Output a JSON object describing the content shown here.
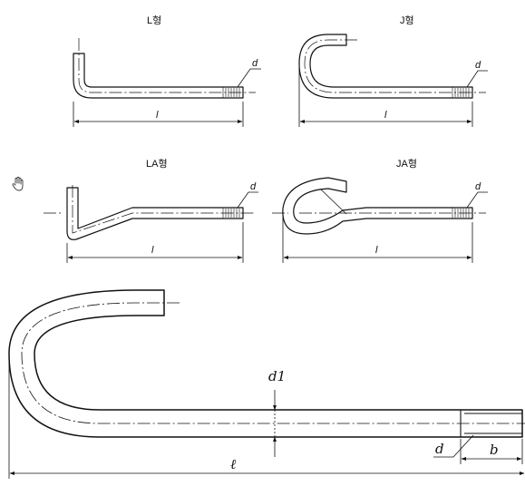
{
  "figures": {
    "l_type": {
      "title": "L형",
      "diameter_label": "d",
      "length_label": "l"
    },
    "j_type": {
      "title": "J형",
      "diameter_label": "d",
      "length_label": "l"
    },
    "la_type": {
      "title": "LA형",
      "diameter_label": "d",
      "length_label": "l"
    },
    "ja_type": {
      "title": "JA형",
      "diameter_label": "d",
      "length_label": "l"
    }
  },
  "detail": {
    "d1_label": "d1",
    "d_label": "d",
    "b_label": "b",
    "length_label": "ℓ"
  },
  "icons": {
    "cursor": "hand-cursor-icon"
  }
}
